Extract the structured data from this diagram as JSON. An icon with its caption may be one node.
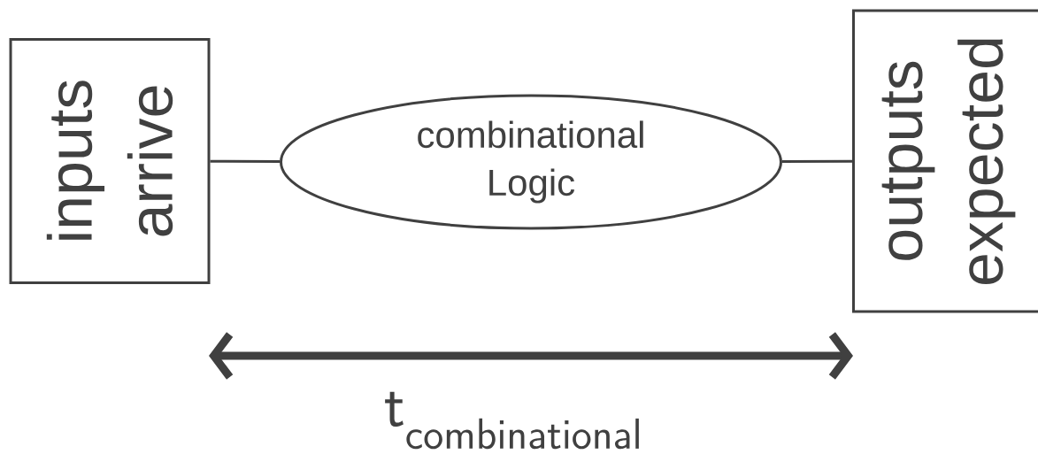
{
  "diagram": {
    "nodes": [
      {
        "text": [
          "inputs arrive"
        ]
      },
      {
        "text": [
          "combinational Logic"
        ]
      },
      {
        "text": [
          "outputs expected"
        ]
      }
    ],
    "edges": [
      {
        "from": 0,
        "to": 1,
        "arrow": "none"
      },
      {
        "from": 1,
        "to": 2,
        "arrow": "none"
      }
    ],
    "labels": [
      "\\mathsf{t}_{\\mathsf{combinational}}"
    ]
  }
}
